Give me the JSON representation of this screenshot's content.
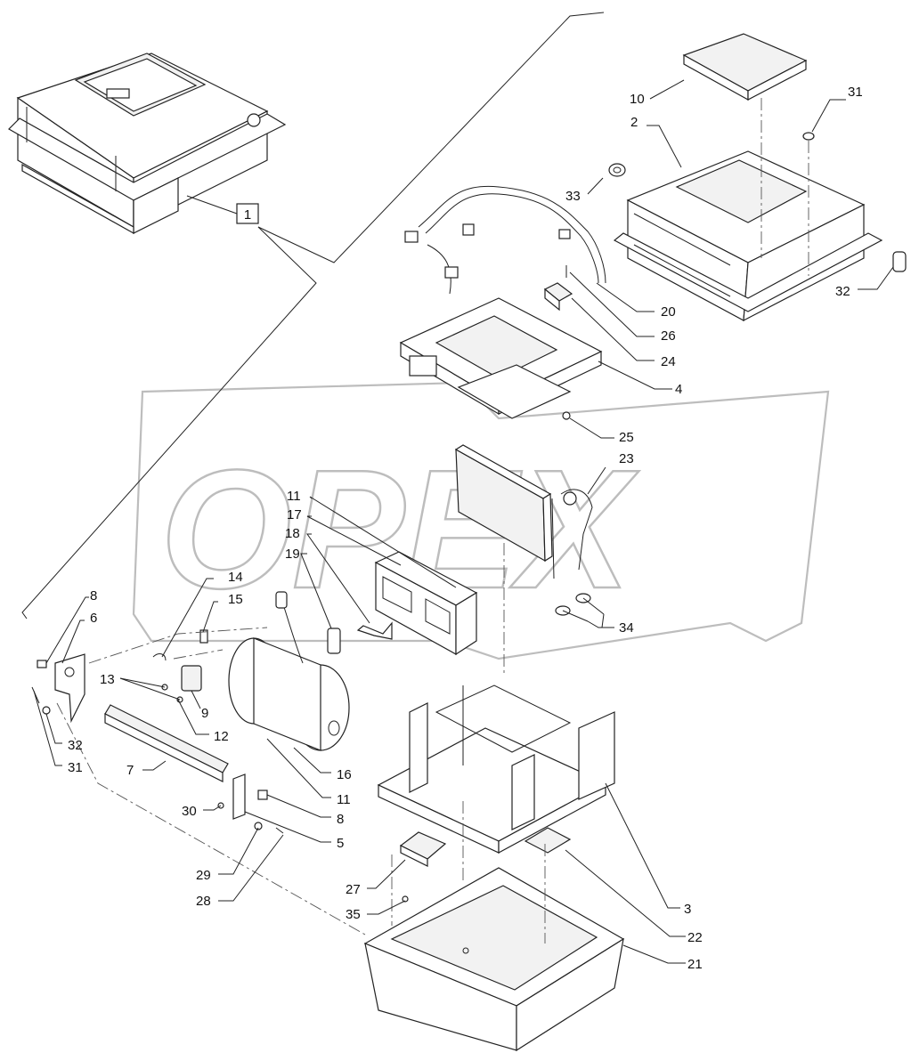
{
  "watermark": {
    "text": "OPEX",
    "color": "#bdbdbd"
  },
  "assembly_ref": "1",
  "callouts": [
    {
      "id": "c10",
      "text": "10"
    },
    {
      "id": "c31a",
      "text": "31"
    },
    {
      "id": "c2",
      "text": "2"
    },
    {
      "id": "c33",
      "text": "33"
    },
    {
      "id": "c32a",
      "text": "32"
    },
    {
      "id": "c20",
      "text": "20"
    },
    {
      "id": "c26",
      "text": "26"
    },
    {
      "id": "c24",
      "text": "24"
    },
    {
      "id": "c4",
      "text": "4"
    },
    {
      "id": "c25",
      "text": "25"
    },
    {
      "id": "c23",
      "text": "23"
    },
    {
      "id": "c11a",
      "text": "11"
    },
    {
      "id": "c17",
      "text": "17"
    },
    {
      "id": "c18",
      "text": "18"
    },
    {
      "id": "c19",
      "text": "19"
    },
    {
      "id": "c14",
      "text": "14"
    },
    {
      "id": "c15",
      "text": "15"
    },
    {
      "id": "c8a",
      "text": "8"
    },
    {
      "id": "c6",
      "text": "6"
    },
    {
      "id": "c34",
      "text": "34"
    },
    {
      "id": "c13",
      "text": "13"
    },
    {
      "id": "c9",
      "text": "9"
    },
    {
      "id": "c12",
      "text": "12"
    },
    {
      "id": "c32b",
      "text": "32"
    },
    {
      "id": "c31b",
      "text": "31"
    },
    {
      "id": "c7",
      "text": "7"
    },
    {
      "id": "c16",
      "text": "16"
    },
    {
      "id": "c11b",
      "text": "11"
    },
    {
      "id": "c30",
      "text": "30"
    },
    {
      "id": "c8b",
      "text": "8"
    },
    {
      "id": "c5",
      "text": "5"
    },
    {
      "id": "c29",
      "text": "29"
    },
    {
      "id": "c28",
      "text": "28"
    },
    {
      "id": "c27",
      "text": "27"
    },
    {
      "id": "c35",
      "text": "35"
    },
    {
      "id": "c3",
      "text": "3"
    },
    {
      "id": "c22",
      "text": "22"
    },
    {
      "id": "c21",
      "text": "21"
    }
  ]
}
